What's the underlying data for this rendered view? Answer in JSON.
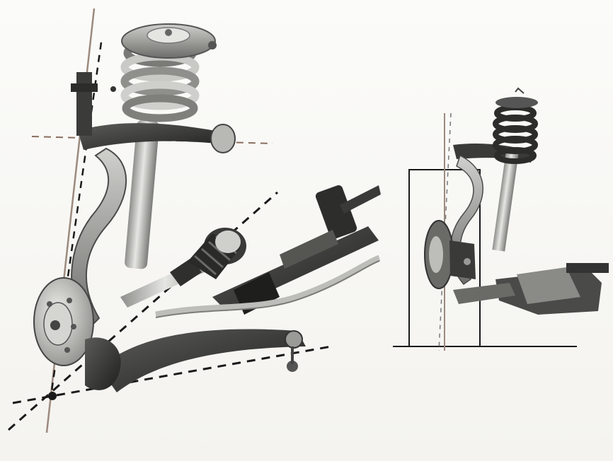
{
  "figure": {
    "panels": [
      {
        "id": "left",
        "subject": "front-suspension-perspective",
        "components": [
          "strut-top-mount",
          "coil-spring",
          "strut-damper",
          "upper-control-arm",
          "steering-knuckle",
          "wheel-hub",
          "brake-rotor",
          "cv-joint-boot",
          "driveshaft",
          "steering-rack",
          "tie-rod",
          "stabilizer-bar",
          "lower-control-arm",
          "ball-joint"
        ],
        "reference_lines": [
          "kingpin-axis",
          "strut-axis",
          "upper-arm-line",
          "driveshaft-line",
          "lower-arm-line",
          "ground-line"
        ]
      },
      {
        "id": "right",
        "subject": "front-suspension-side-view",
        "components": [
          "strut-top-mount",
          "coil-spring",
          "strut-damper",
          "upper-arm",
          "wheel-hub",
          "brake-caliper",
          "lower-arm",
          "subframe"
        ],
        "reference_lines": [
          "vertical-axis",
          "ground-line",
          "wheel-frame"
        ]
      }
    ],
    "colors": {
      "background": "#f5f4f0",
      "metal_light": "#d9d9d6",
      "metal_mid": "#a7a7a4",
      "metal_dark": "#4a4a48",
      "rubber": "#2a2a2a",
      "axis_line": "#9c8a7e",
      "dashed_line": "#1a1a1a"
    }
  }
}
